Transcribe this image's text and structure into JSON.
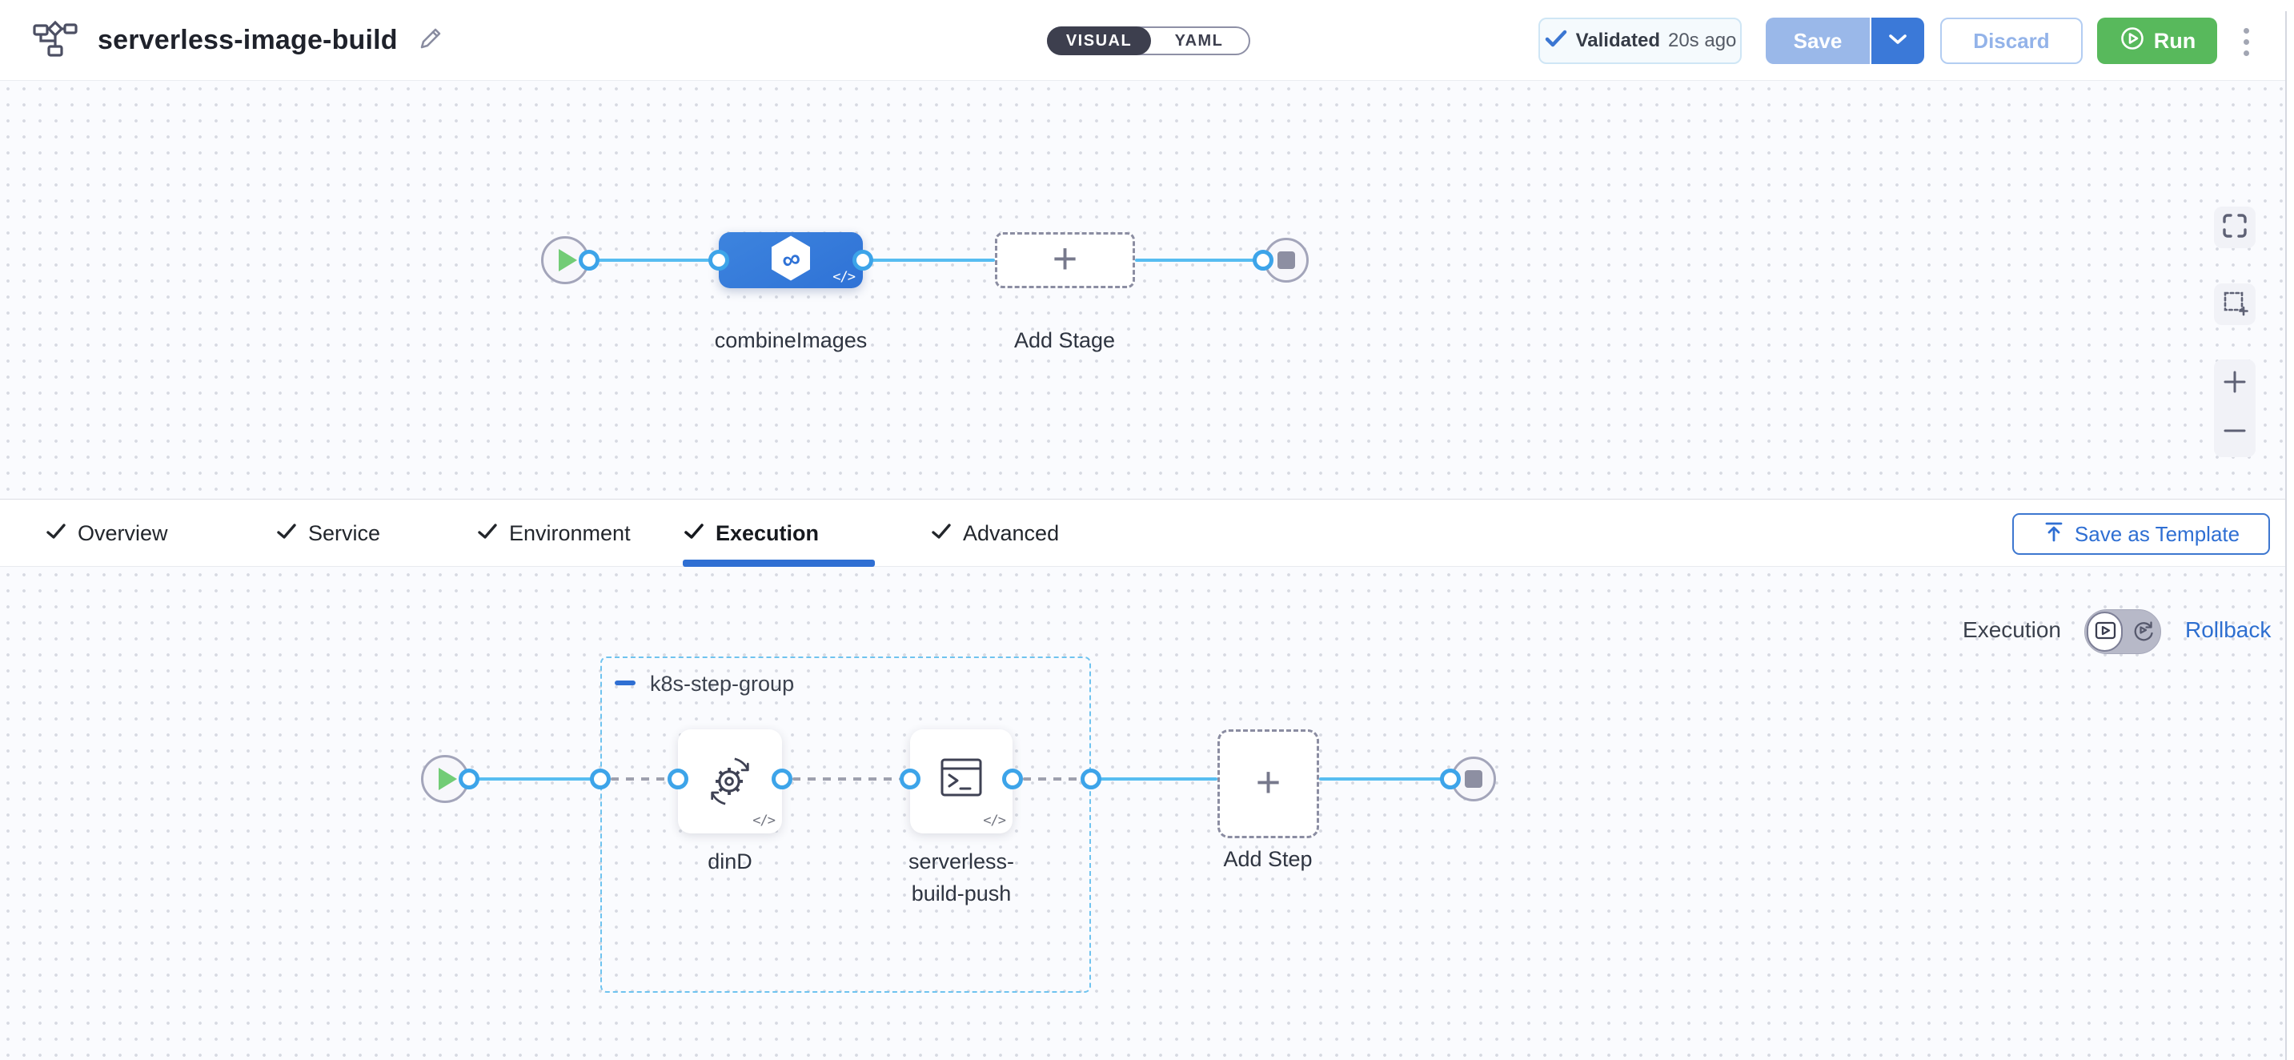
{
  "header": {
    "title": "serverless-image-build",
    "mode_toggle": {
      "visual_label": "VISUAL",
      "yaml_label": "YAML"
    },
    "validation_badge": {
      "label": "Validated",
      "time_ago": "20s ago"
    },
    "buttons": {
      "save": "Save",
      "discard": "Discard",
      "run": "Run"
    }
  },
  "stage_flow": {
    "stage_name": "combineImages",
    "add_stage_label": "Add Stage"
  },
  "tabs": {
    "items": [
      {
        "label": "Overview"
      },
      {
        "label": "Service"
      },
      {
        "label": "Environment"
      },
      {
        "label": "Execution"
      },
      {
        "label": "Advanced"
      }
    ],
    "active_label": "Execution",
    "save_as_template_label": "Save as Template"
  },
  "execution_panel": {
    "mode_label": "Execution",
    "rollback_label": "Rollback",
    "step_group": {
      "name": "k8s-step-group",
      "steps": [
        {
          "name": "dinD"
        },
        {
          "name": "serverless-build-push"
        }
      ]
    },
    "add_step_label": "Add Step"
  },
  "icons": {
    "code_badge": "</>",
    "infinity_glyph": "∞"
  },
  "colors": {
    "accent_blue": "#2f6fd3",
    "stage_blue": "#3379da",
    "connector_blue": "#57bdf1",
    "port_ring_blue": "#3da4e9",
    "run_green": "#58b95c",
    "save_disabled_blue": "#9ab8e9",
    "group_border_blue": "#6fc3ef",
    "canvas_bg": "#fafbfe"
  }
}
